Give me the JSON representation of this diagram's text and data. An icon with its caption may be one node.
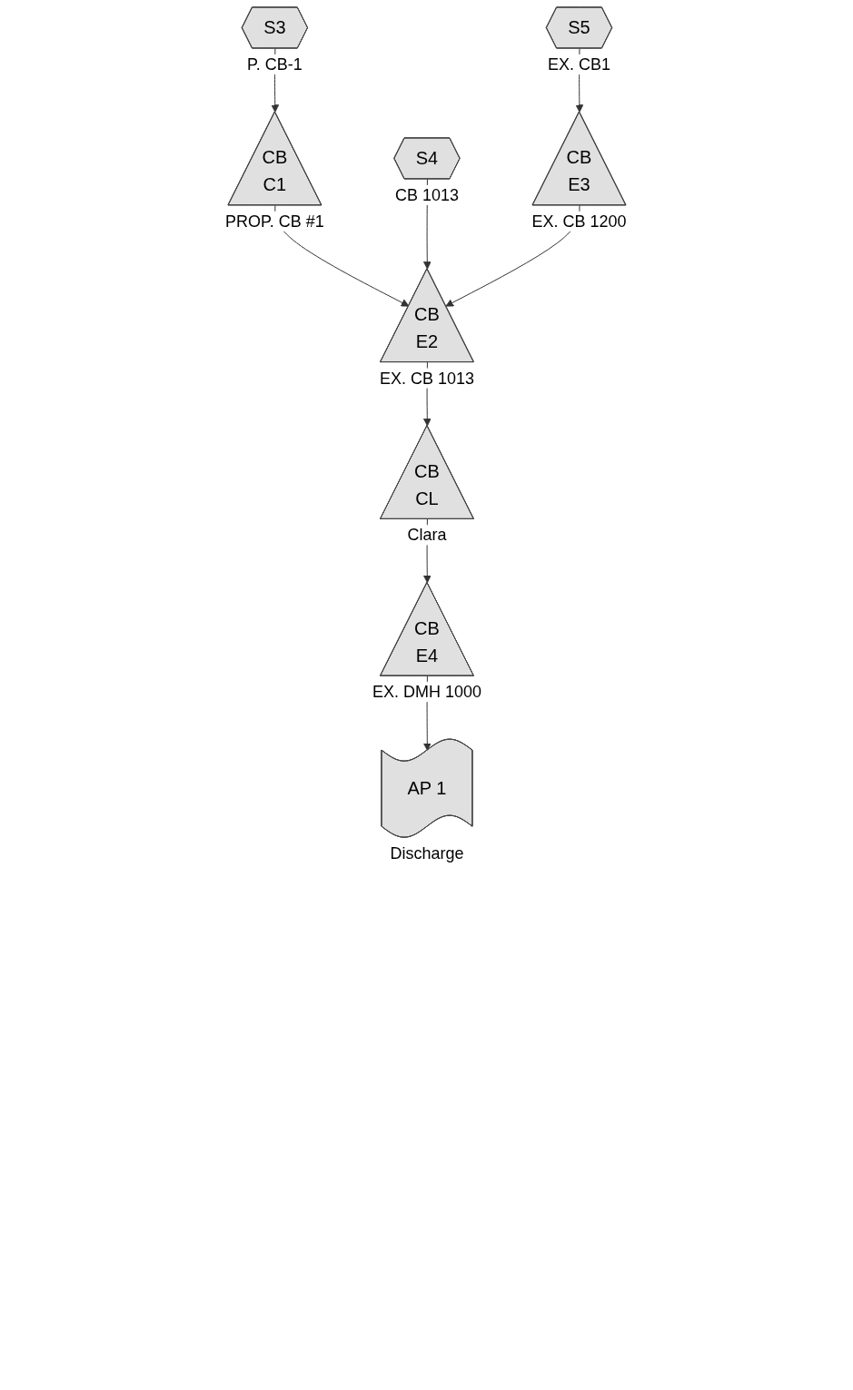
{
  "diagram": {
    "nodes": [
      {
        "text": [
          "S3"
        ],
        "beside": [
          "P. CB-1"
        ]
      },
      {
        "text": [
          "CB",
          "C1"
        ],
        "beside": [
          "PROP. CB #1"
        ]
      },
      {
        "text": [
          "S4"
        ],
        "beside": [
          "CB 1013"
        ]
      },
      {
        "text": [
          "CB",
          "E2"
        ],
        "beside": [
          "EX. CB 1013"
        ]
      },
      {
        "text": [
          "CB",
          "E3"
        ],
        "beside": [
          "EX. CB 1200"
        ]
      },
      {
        "text": [
          "S5"
        ],
        "beside": [
          "EX. CB1"
        ]
      },
      {
        "text": [
          "CB",
          "CL"
        ],
        "beside": [
          "Clara"
        ]
      },
      {
        "text": [
          "CB",
          "E4"
        ],
        "beside": [
          "EX. DMH 1000"
        ]
      },
      {
        "text": [
          "AP 1"
        ],
        "beside": [
          "Discharge"
        ]
      }
    ],
    "edges": [
      {
        "from": 0,
        "to": 1,
        "arrow": "to"
      },
      {
        "from": 1,
        "to": 3,
        "arrow": "to"
      },
      {
        "from": 2,
        "to": 3,
        "arrow": "to"
      },
      {
        "from": 4,
        "to": 3,
        "arrow": "to"
      },
      {
        "from": 5,
        "to": 4,
        "arrow": "to"
      },
      {
        "from": 3,
        "to": 6,
        "arrow": "to"
      },
      {
        "from": 6,
        "to": 7,
        "arrow": "to"
      },
      {
        "from": 7,
        "to": 8,
        "arrow": "to"
      }
    ]
  }
}
